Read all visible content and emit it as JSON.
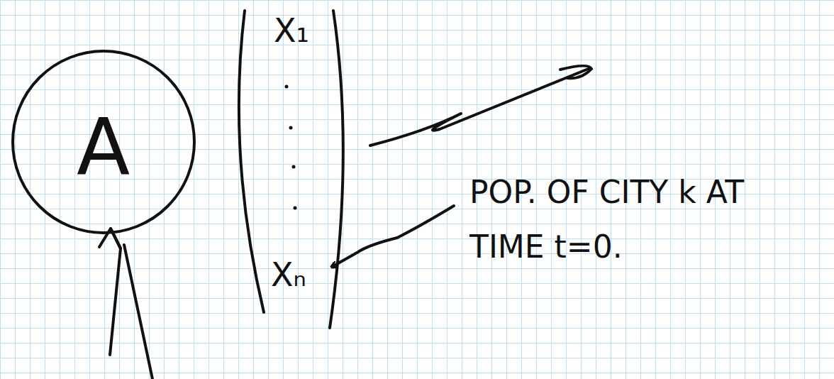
{
  "diagram": {
    "nodes": [
      {
        "text": [
          "A"
        ]
      }
    ],
    "labels": [
      "X₁",
      "Xₙ",
      "POP. OF CITY k AT TIME t=0."
    ]
  }
}
